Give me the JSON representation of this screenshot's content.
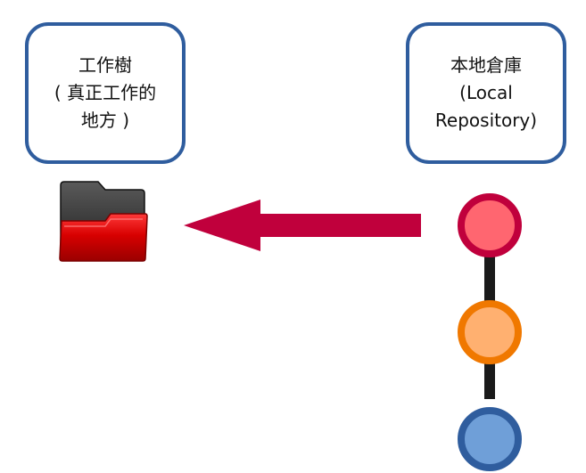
{
  "working_tree": {
    "lines": [
      "工作樹",
      "( 真正工作的",
      "地方 )"
    ]
  },
  "local_repository": {
    "lines": [
      "本地倉庫",
      "(Local",
      "Repository)"
    ]
  },
  "icons": {
    "folder": "folder-icon",
    "arrow": "arrow-left-icon"
  },
  "commits": [
    {
      "name": "commit-1",
      "fill": "#ff6670",
      "stroke": "#c0003c"
    },
    {
      "name": "commit-2",
      "fill": "#ffb070",
      "stroke": "#f07800"
    },
    {
      "name": "commit-3",
      "fill": "#6f9fd8",
      "stroke": "#2f5d9e"
    }
  ],
  "colors": {
    "box_border": "#2f5d9e",
    "arrow": "#c0003c",
    "connector": "#1a1a1a",
    "folder_red": "#d00000",
    "folder_dark": "#333333"
  }
}
